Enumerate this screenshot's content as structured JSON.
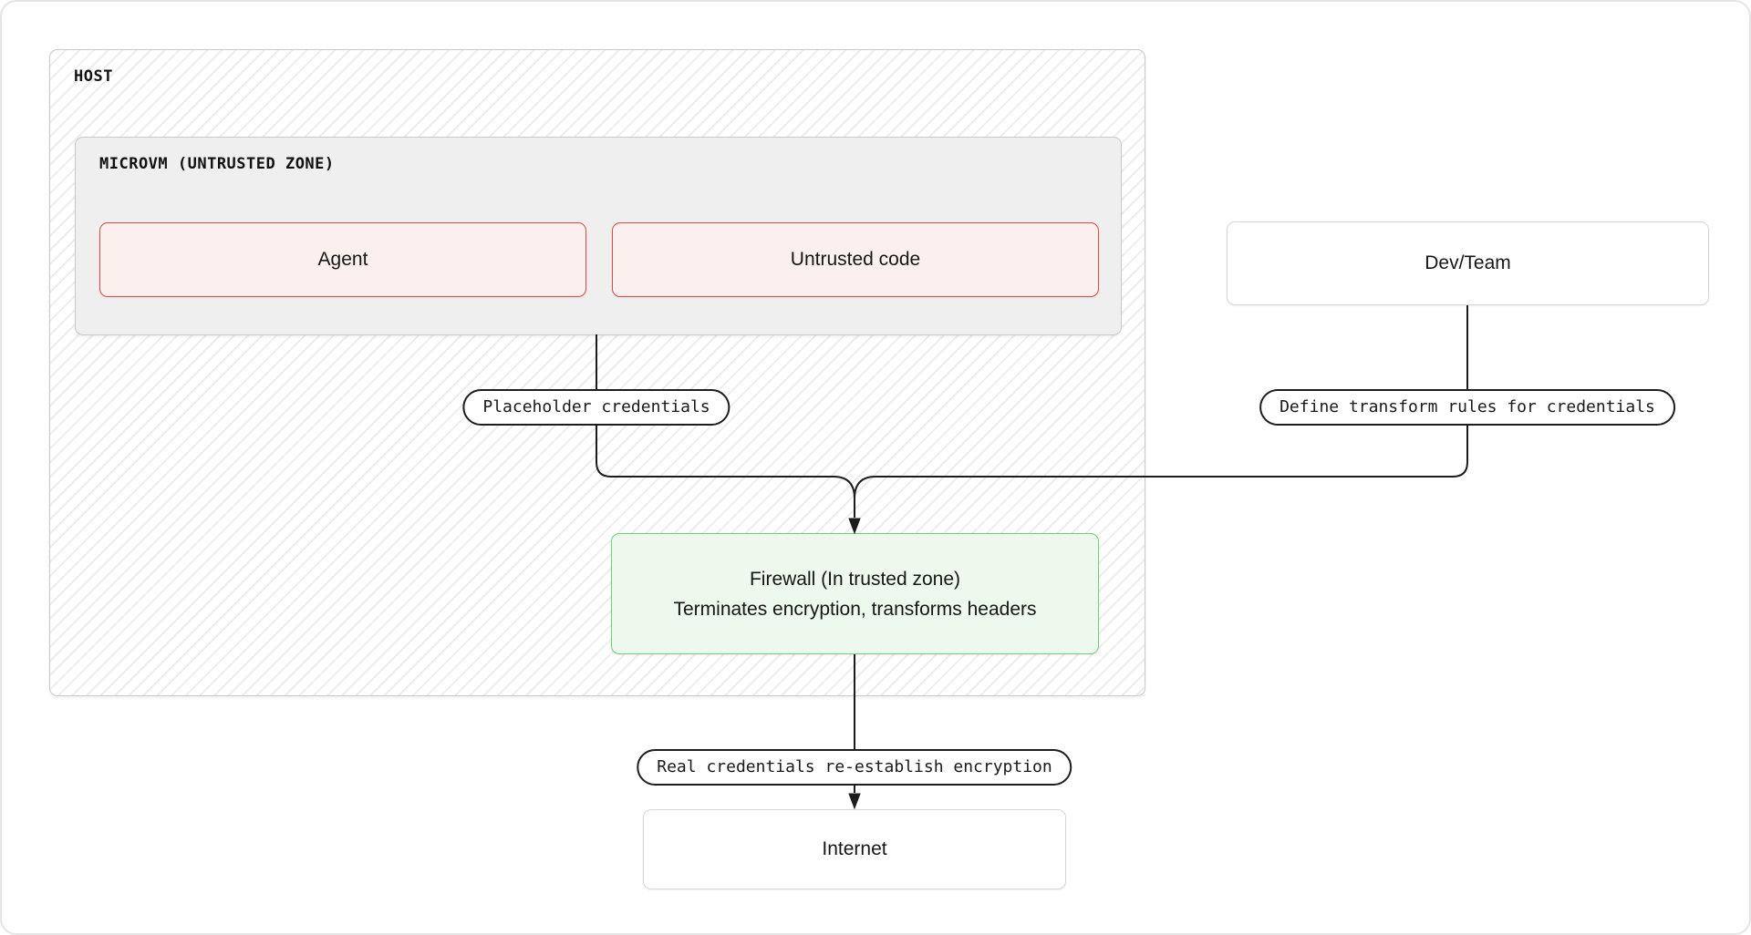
{
  "host": {
    "label": "HOST"
  },
  "microvm": {
    "label": "MICROVM (UNTRUSTED ZONE)",
    "agent_label": "Agent",
    "untrusted_label": "Untrusted code"
  },
  "devteam": {
    "label": "Dev/Team"
  },
  "firewall": {
    "title": "Firewall (In trusted zone)",
    "subtitle": "Terminates encryption, transforms headers"
  },
  "internet": {
    "label": "Internet"
  },
  "pills": {
    "placeholder": "Placeholder credentials",
    "transform_rules": "Define transform rules for credentials",
    "real_credentials": "Real credentials re-establish encryption"
  },
  "colors": {
    "untrusted_border": "#db4a43",
    "untrusted_fill": "#fcf0ef",
    "trusted_border": "#6fce7e",
    "trusted_fill": "#edf9ed",
    "zone_border": "#c9c9c9",
    "zone_fill": "#efefef",
    "box_border": "#d6d6d6",
    "connector_line": "#1c1c1c"
  }
}
